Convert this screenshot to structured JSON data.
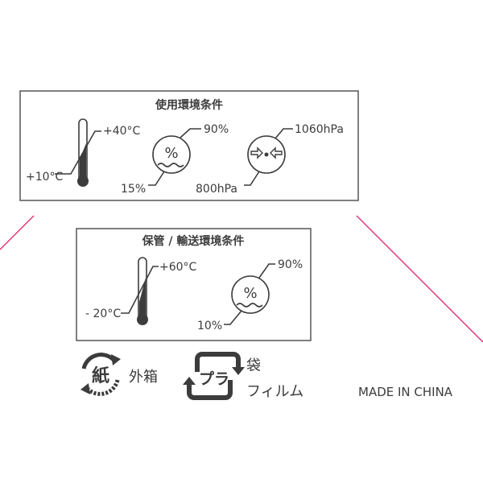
{
  "operating_conditions": {
    "title": "使用環境条件",
    "temp_max": "+40°C",
    "temp_min": "+10°C",
    "humidity_max": "90%",
    "humidity_min": "15%",
    "humidity_symbol": "%",
    "pressure_max": "1060hPa",
    "pressure_min": "800hPa"
  },
  "storage_conditions": {
    "title": "保管 / 輸送環境条件",
    "temp_max": "+60°C",
    "temp_min": "- 20°C",
    "humidity_max": "90%",
    "humidity_min": "10%",
    "humidity_symbol": "%"
  },
  "recycling": {
    "paper_mark": "紙",
    "paper_label": "外箱",
    "plastic_mark": "プラ",
    "plastic_label_1": "袋",
    "plastic_label_2": "フィルム"
  },
  "origin": "MADE IN CHINA",
  "colors": {
    "ink": "#3c3c3c",
    "accent_line": "#e0307a"
  }
}
